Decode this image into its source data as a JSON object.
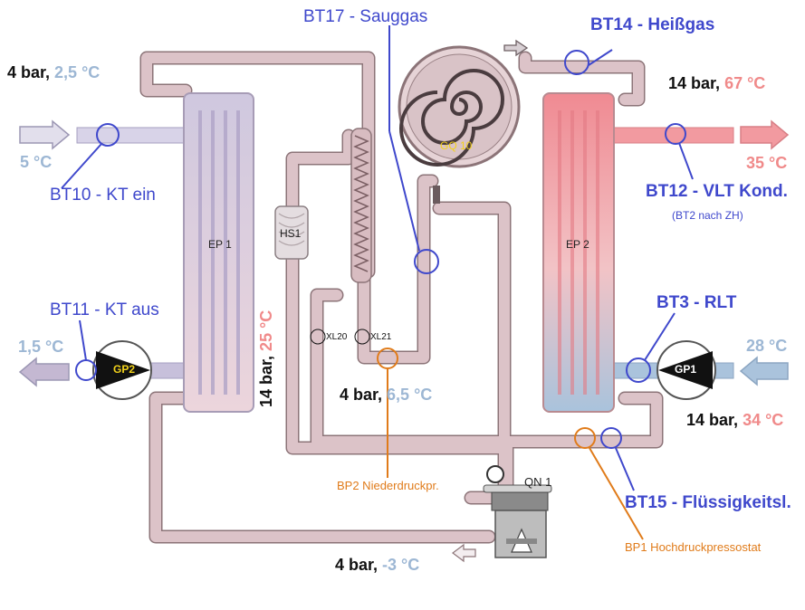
{
  "labels": {
    "bt17": "BT17 - Sauggas",
    "bt14": "BT14 - Heißgas",
    "bt10": "BT10 - KT ein",
    "bt11": "BT11 - KT aus",
    "bt12": "BT12 -  VLT Kond.",
    "bt12_note": "(BT2 nach ZH)",
    "bt3": "BT3 - RLT",
    "bt15": "BT15 - Flüssigkeitsl.",
    "bp2": "BP2 Niederdruckpr.",
    "bp1": "BP1 Hochdruckpressostat"
  },
  "components": {
    "ep1": "EP 1",
    "ep2": "EP 2",
    "hs1": "HS1",
    "gq10": "GQ 10",
    "gp1": "GP1",
    "gp2": "GP2",
    "qn1": "QN 1",
    "xl20": "XL20",
    "xl21": "XL21"
  },
  "readings": {
    "top_left_p": "4 bar,",
    "top_left_t": "2,5 °C",
    "kt_in_t": "5 °C",
    "kt_out_t": "1,5 °C",
    "mid_vert_p": "14 bar,",
    "mid_vert_t": "25 °C",
    "suction_p": "4 bar,",
    "suction_t": "6,5 °C",
    "bottom_p": "4 bar,",
    "bottom_t": "-3 °C",
    "hot_p": "14 bar,",
    "hot_t": "67 °C",
    "vlt_t": "35 °C",
    "rlt_t": "28 °C",
    "liquid_p": "14 bar,",
    "liquid_t": "34 °C"
  },
  "colors": {
    "pipe_pink": "#dcc3c8",
    "pipe_hot": "#f29aa0",
    "pipe_cold": "#a9bed8",
    "sensor_blue": "#3f48cc",
    "pressostat_orange": "#e07b1a"
  }
}
